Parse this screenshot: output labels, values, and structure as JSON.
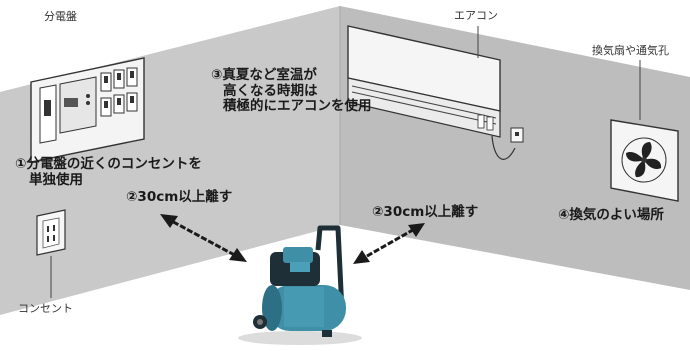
{
  "labels": {
    "panel": "分電盤",
    "aircon": "エアコン",
    "fan": "換気扇や通気孔",
    "outlet": "コンセント",
    "note1_line1": "①分電盤の近くのコンセントを",
    "note1_line2": "単独使用",
    "note2_left": "②30cm以上離す",
    "note2_right": "②30cm以上離す",
    "note3_line1": "③真夏など室温が",
    "note3_line2": "高くなる時期は",
    "note3_line2_cont": "積極的にエアコンを使用",
    "note4": "④換気のよい場所"
  },
  "colors": {
    "wall_left": "#c9c9c9",
    "wall_right": "#bdbdbd",
    "compressor_tank": "#3f8fa6",
    "compressor_dark": "#1f2f38",
    "arrow": "#1a1a1a"
  },
  "icons": {
    "fan": "fan-icon",
    "arrow": "double-arrow-icon"
  }
}
